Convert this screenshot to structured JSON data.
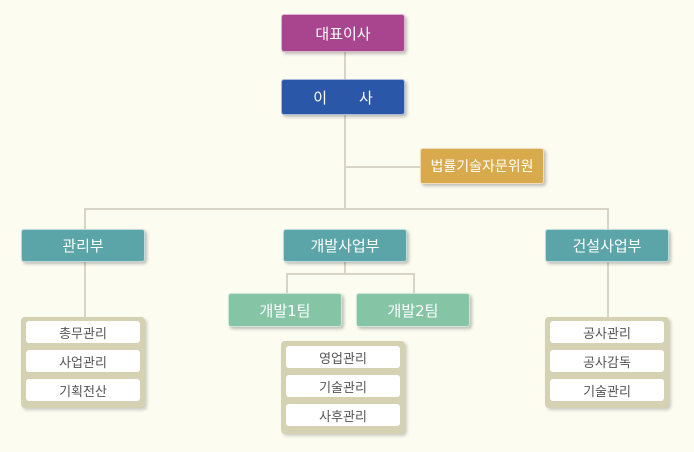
{
  "ceo": "대표이사",
  "director": [
    "이",
    "사"
  ],
  "advisory": "법률기술자문위원",
  "departments": [
    {
      "name": "관리부",
      "items": [
        "총무관리",
        "사업관리",
        "기획전산"
      ]
    },
    {
      "name": "개발사업부",
      "teams": [
        "개발1팀",
        "개발2팀"
      ],
      "items": [
        "영업관리",
        "기술관리",
        "사후관리"
      ]
    },
    {
      "name": "건설사업부",
      "items": [
        "공사관리",
        "공사감독",
        "기술관리"
      ]
    }
  ],
  "colors": {
    "ceo": "#a9458f",
    "director": "#2b57a9",
    "advisory": "#d8aa4c",
    "department": "#5ba4a7",
    "team": "#86c4a6",
    "group": "#d5d1b3",
    "connector": "#d8d5c6",
    "background": "#fdfcf1"
  }
}
